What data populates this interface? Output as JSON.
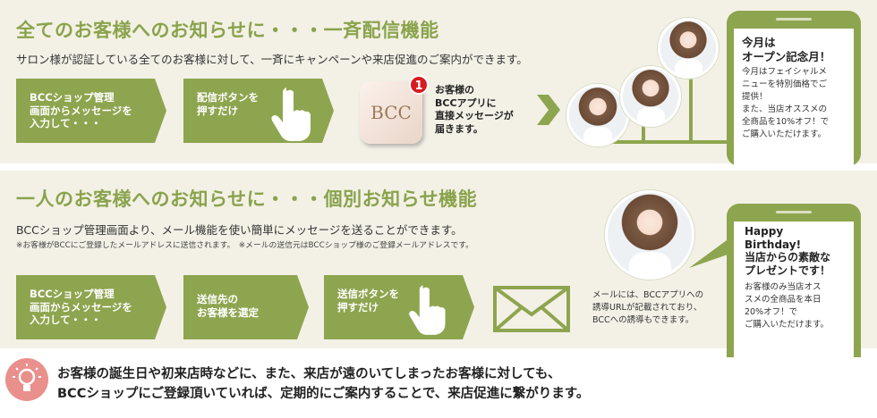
{
  "section1": {
    "title": "全てのお客様へのお知らせに・・・一斉配信機能",
    "description": "サロン様が認証している全てのお客様に対して、一斉にキャンペーンや来店促進のご案内ができます。",
    "steps": [
      {
        "lines": [
          "BCCショップ管理",
          "画面からメッセージを",
          "入力して・・・"
        ]
      },
      {
        "lines": [
          "配信ボタンを",
          "押すだけ"
        ]
      }
    ],
    "app": {
      "logo": "BCC",
      "badge": "1",
      "message_lines": [
        "お客様の",
        "BCCアプリに",
        "直接メッセージが",
        "届きます。"
      ]
    },
    "phone": {
      "heading_lines": [
        "今月は",
        "オープン記念月！"
      ],
      "body_lines": [
        "今月はフェイシャルメ",
        "ニューを特別価格でご",
        "提供！",
        "また、当店オススメの",
        "全商品を10%オフ！で",
        "ご購入いただけます。"
      ]
    }
  },
  "section2": {
    "title": "一人のお客様へのお知らせに・・・個別お知らせ機能",
    "description": "BCCショップ管理画面より、メール機能を使い簡単にメッセージを送ることができます。",
    "note": "※お客様がBCCにご登録したメールアドレスに送信されます。　※メールの送信元はBCCショップ様のご登録メールアドレスです。",
    "steps": [
      {
        "lines": [
          "BCCショップ管理",
          "画面からメッセージを",
          "入力して・・・"
        ]
      },
      {
        "lines": [
          "送信先の",
          "お客様を選定"
        ]
      },
      {
        "lines": [
          "送信ボタンを",
          "押すだけ"
        ]
      }
    ],
    "side_note_lines": [
      "メールには、BCCアプリへの",
      "誘導URLが記載されており、",
      "BCCへの誘導もできます。"
    ],
    "phone": {
      "heading_lines": [
        "Happy",
        "Birthday!",
        "当店からの素敵な",
        "プレゼントです！"
      ],
      "body_lines": [
        "お客様のみ当店オス",
        "スメの全商品を本日",
        "20%オフ！で",
        "ご購入いただけます。"
      ]
    }
  },
  "footer": {
    "lines": [
      "お客様の誕生日や初来店時などに、また、来店が遠のいてしまったお客様に対しても、",
      "BCCショップにご登録頂いていれば、定期的にご案内することで、来店促進に繋がります。"
    ]
  },
  "colors": {
    "accent_green": "#8ea54f",
    "title_green": "#8aa34c",
    "panel_bg": "#f3f1e6",
    "badge_red": "#d91a21",
    "bulb_pink": "#e9908c"
  },
  "icons": [
    "hand-pointer-icon",
    "envelope-icon",
    "lightbulb-icon",
    "chevron-right-icon"
  ]
}
